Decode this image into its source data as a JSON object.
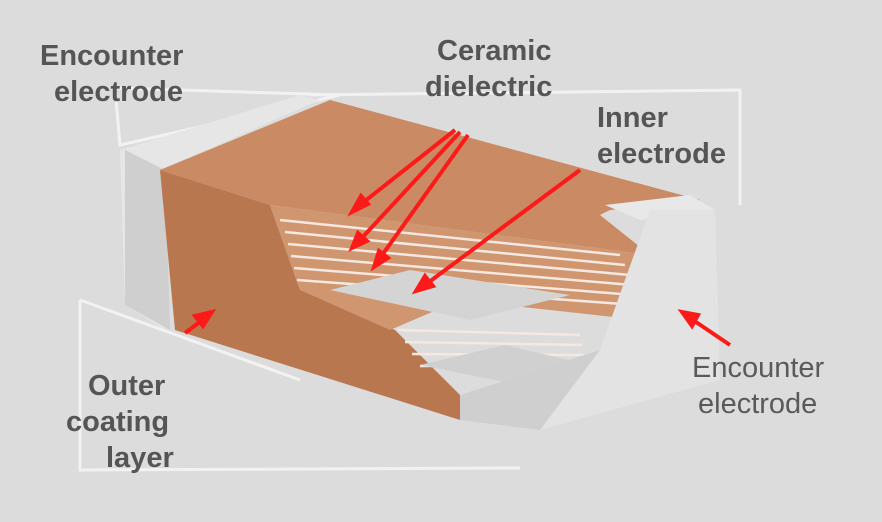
{
  "labels": {
    "encounter_top": [
      "Encounter",
      "electrode"
    ],
    "ceramic": [
      "Ceramic",
      "dielectric"
    ],
    "inner": [
      "Inner",
      "electrode"
    ],
    "outer": [
      "Outer",
      "coating",
      "layer"
    ],
    "encounter_right": [
      "Encounter",
      "electrode"
    ]
  },
  "colors": {
    "background": "#dcdcdc",
    "ceramic": "#c98a64",
    "ceramic_dark": "#b06e4b",
    "terminal": "#e4e4e4",
    "arrow": "#ff1a1a",
    "text": "#555555"
  }
}
